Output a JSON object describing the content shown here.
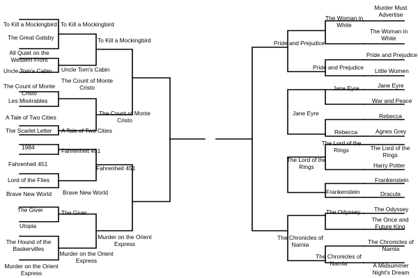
{
  "bracket": {
    "left": {
      "round1": [
        "To Kill a Mockingbird",
        "The Great Gatsby",
        "All Quiet on the Western Front",
        "Uncle Tom's Cabin",
        "The Count of Monte Cristo",
        "Les Misérables",
        "A Tale of Two Cities",
        "The Scarlet Letter",
        "1984",
        "Fahrenheit 451",
        "Lord of the Flies",
        "Brave New World",
        "The Giver",
        "Utopia",
        "The Hound of the Baskervilles",
        "Murder on the Orient Express"
      ],
      "round2": [
        "To Kill a Mockingbird",
        "Uncle Tom's Cabin",
        "The Count of Monte Cristo",
        "A Tale of Two Cities",
        "Fahrenheit 451",
        "Brave New World",
        "The Giver",
        "Murder on the Orient Express"
      ],
      "round3": [
        "To Kill a Mockingbird",
        "The Count of Monte Cristo",
        "Fahrenheit 451",
        "Murder on the Orient Express"
      ]
    },
    "right": {
      "round1": [
        "Murder Must Advertise",
        "The Woman in White",
        "Pride and Prejudice",
        "Little Women",
        "Jane Eyre",
        "War and Peace",
        "Rebecca",
        "Agnes Grey",
        "The Lord of the Rings",
        "Harry Potter",
        "Frankenstein",
        "Dracula",
        "The Odyssey",
        "The Once and Future King",
        "The Chronicles of Narnia",
        "A Midsummer Night's Dream"
      ],
      "round2": [
        "The Woman in White",
        "Pride and Prejudice",
        "Jane Eyre",
        "Rebecca",
        "The Lord of the Rings",
        "Frankenstein",
        "The Odyssey",
        "The Chronicles of Narnia"
      ],
      "round3": [
        "Pride and Prejudice",
        "Jane Eyre",
        "The Lord of the Rings",
        "The Chronicles of Narnia"
      ]
    }
  }
}
